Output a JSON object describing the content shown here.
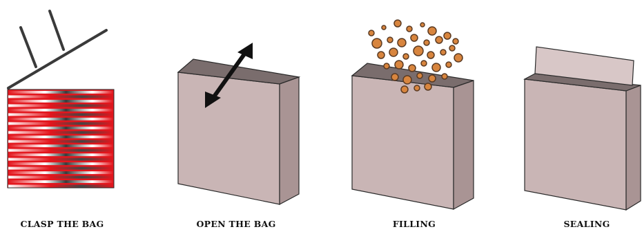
{
  "colors": {
    "box_front": "#c9b5b5",
    "box_side": "#a99494",
    "box_top": "#7a6d6d",
    "outline": "#2a2a2a",
    "stripe_red": "#e3161d",
    "stripe_white": "#ffffff",
    "stripe_dark": "#3a3a3a",
    "arrow": "#111111",
    "granule_fill": "#d8853e",
    "granule_edge": "#5a3a22"
  },
  "steps": [
    {
      "id": "clasp",
      "label": "CLASP THE BAG",
      "icon": "gripper-clamp-icon"
    },
    {
      "id": "open",
      "label": "OPEN THE BAG",
      "icon": "double-arrow-icon"
    },
    {
      "id": "filling",
      "label": "FILLING",
      "icon": "granules-icon"
    },
    {
      "id": "sealing",
      "label": "SEALING",
      "icon": "sealed-flap-icon"
    }
  ]
}
